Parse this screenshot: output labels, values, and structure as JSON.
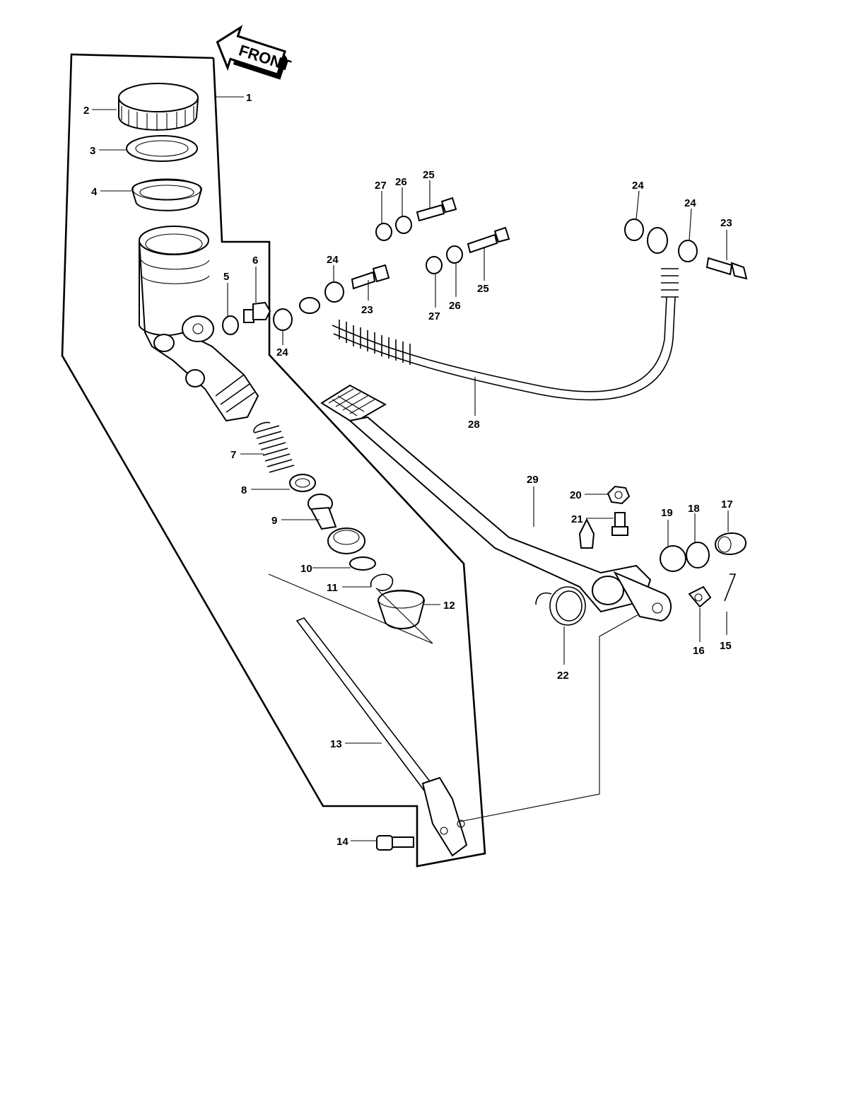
{
  "front_label": "FRONT",
  "callouts": {
    "c1": "1",
    "c2": "2",
    "c3": "3",
    "c4": "4",
    "c5": "5",
    "c6": "6",
    "c7": "7",
    "c8": "8",
    "c9": "9",
    "c10": "10",
    "c11": "11",
    "c12": "12",
    "c13": "13",
    "c14": "14",
    "c15": "15",
    "c16": "16",
    "c17": "17",
    "c18": "18",
    "c19": "19",
    "c20": "20",
    "c21": "21",
    "c22": "22",
    "c23a": "23",
    "c23b": "23",
    "c24a": "24",
    "c24b": "24",
    "c24c": "24",
    "c24d": "24",
    "c25a": "25",
    "c25b": "25",
    "c26a": "26",
    "c26b": "26",
    "c27a": "27",
    "c27b": "27",
    "c28": "28",
    "c29": "29"
  }
}
